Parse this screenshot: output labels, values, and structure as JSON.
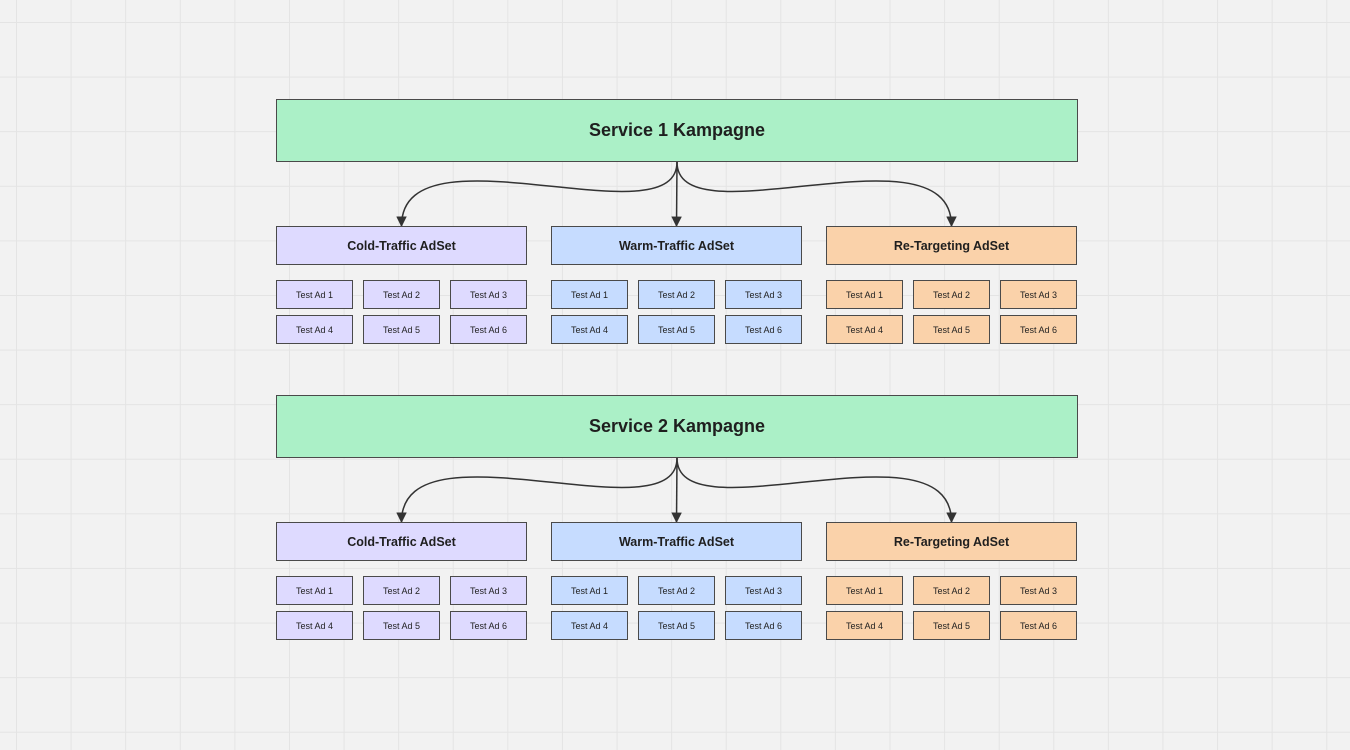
{
  "colors": {
    "campaign": "#abf0c7",
    "cold": "#dedaff",
    "warm": "#c6dcff",
    "retarget": "#fad2aa",
    "connector": "#333333"
  },
  "campaigns": [
    {
      "title": "Service 1 Kampagne",
      "adsets": [
        {
          "label": "Cold-Traffic AdSet",
          "theme": "cold",
          "ads": [
            "Test Ad 1",
            "Test Ad 2",
            "Test Ad 3",
            "Test Ad 4",
            "Test Ad 5",
            "Test Ad 6"
          ]
        },
        {
          "label": "Warm-Traffic AdSet",
          "theme": "warm",
          "ads": [
            "Test Ad 1",
            "Test Ad 2",
            "Test Ad 3",
            "Test Ad 4",
            "Test Ad 5",
            "Test Ad 6"
          ]
        },
        {
          "label": "Re-Targeting AdSet",
          "theme": "retarget",
          "ads": [
            "Test Ad 1",
            "Test Ad 2",
            "Test Ad 3",
            "Test Ad 4",
            "Test Ad 5",
            "Test Ad 6"
          ]
        }
      ]
    },
    {
      "title": "Service 2 Kampagne",
      "adsets": [
        {
          "label": "Cold-Traffic AdSet",
          "theme": "cold",
          "ads": [
            "Test Ad 1",
            "Test Ad 2",
            "Test Ad 3",
            "Test Ad 4",
            "Test Ad 5",
            "Test Ad 6"
          ]
        },
        {
          "label": "Warm-Traffic AdSet",
          "theme": "warm",
          "ads": [
            "Test Ad 1",
            "Test Ad 2",
            "Test Ad 3",
            "Test Ad 4",
            "Test Ad 5",
            "Test Ad 6"
          ]
        },
        {
          "label": "Re-Targeting AdSet",
          "theme": "retarget",
          "ads": [
            "Test Ad 1",
            "Test Ad 2",
            "Test Ad 3",
            "Test Ad 4",
            "Test Ad 5",
            "Test Ad 6"
          ]
        }
      ]
    }
  ]
}
